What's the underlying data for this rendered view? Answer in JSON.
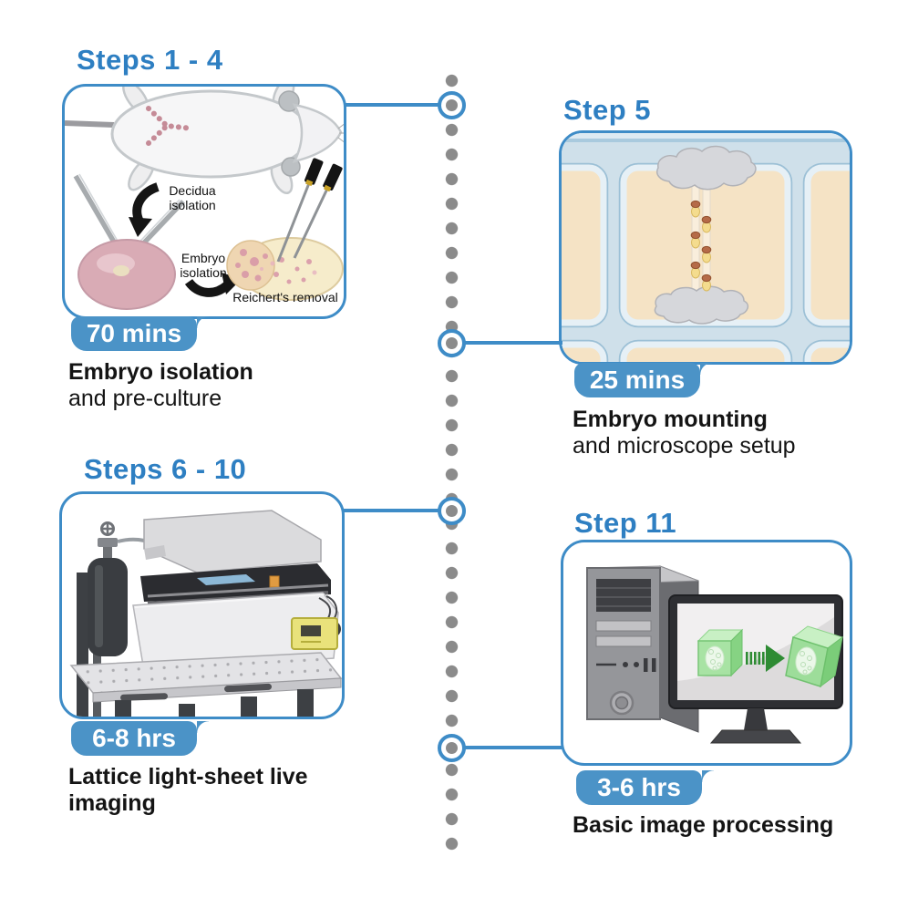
{
  "figure": {
    "kind": "protocol-timeline-diagram",
    "colors": {
      "accent_blue": "#2e7fc2",
      "border_blue": "#3e8cc7",
      "badge_blue": "#4b93c7",
      "dot_gray": "#8b8b8b"
    }
  },
  "panels": [
    {
      "id": "steps-1-4",
      "title": "Steps 1 - 4",
      "duration": "70 mins",
      "caption_bold": "Embryo isolation",
      "caption_regular": "and pre-culture",
      "labels": {
        "decidua": "Decidua isolation",
        "embryo": "Embryo isolation",
        "reichert": "Reichert's removal"
      }
    },
    {
      "id": "step-5",
      "title": "Step 5",
      "duration": "25 mins",
      "caption_bold": "Embryo mounting",
      "caption_regular": "and microscope setup"
    },
    {
      "id": "steps-6-10",
      "title": "Steps 6 - 10",
      "duration": "6-8 hrs",
      "caption_bold": "Lattice light-sheet live imaging",
      "caption_regular": ""
    },
    {
      "id": "step-11",
      "title": "Step 11",
      "duration": "3-6 hrs",
      "caption_bold": "Basic image processing",
      "caption_regular": ""
    }
  ]
}
